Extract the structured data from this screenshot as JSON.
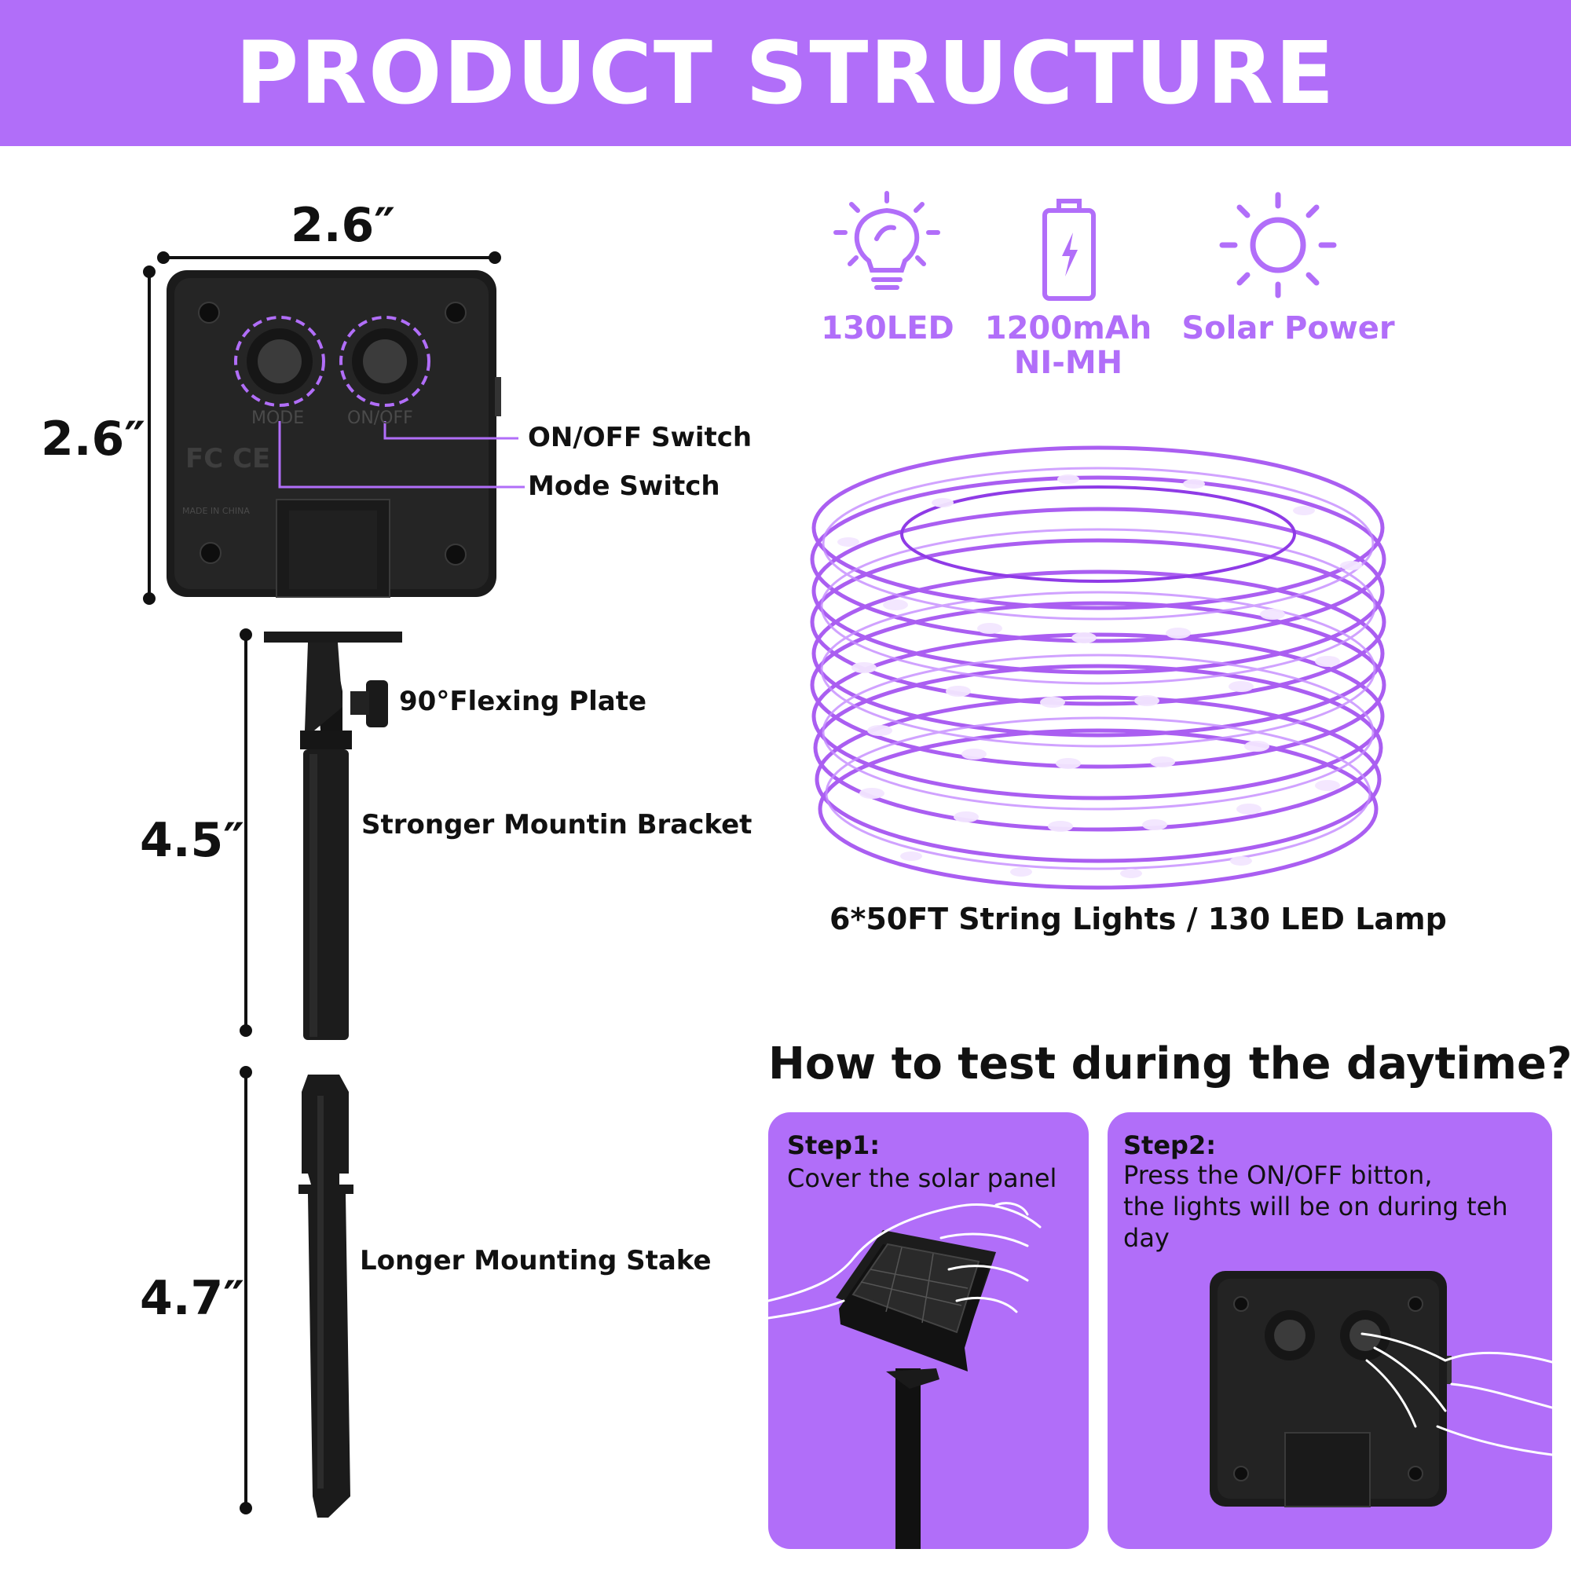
{
  "banner": {
    "title": "PRODUCT STRUCTURE"
  },
  "dimensions": {
    "box_width": "2.6″",
    "box_height": "2.6″",
    "bracket_height": "4.5″",
    "stake_height": "4.7″"
  },
  "box": {
    "mode_text": "MODE",
    "onoff_text": "ON/OFF",
    "cert_text": "FC CE",
    "origin_text": "MADE IN CHINA"
  },
  "callouts": {
    "onoff_switch": "ON/OFF Switch",
    "mode_switch": "Mode Switch",
    "flexing_plate": "90°Flexing Plate",
    "bracket": "Stronger Mountin Bracket",
    "stake": "Longer Mounting Stake"
  },
  "features": [
    {
      "icon": "bulb-icon",
      "label": "130LED"
    },
    {
      "icon": "battery-icon",
      "label": "1200mAh\nNI-MH"
    },
    {
      "icon": "sun-icon",
      "label": "Solar Power"
    }
  ],
  "string_lights_caption": "6*50FT String Lights / 130 LED Lamp",
  "test_title": "How to test during the daytime?",
  "steps": [
    {
      "title": "Step1:",
      "text": "Cover the solar panel"
    },
    {
      "title": "Step2:",
      "text": "Press the ON/OFF bitton,\nthe lights will be on during teh day"
    }
  ],
  "colors": {
    "accent": "#b16ef9",
    "dark": "#1a1a1a",
    "white": "#ffffff"
  }
}
